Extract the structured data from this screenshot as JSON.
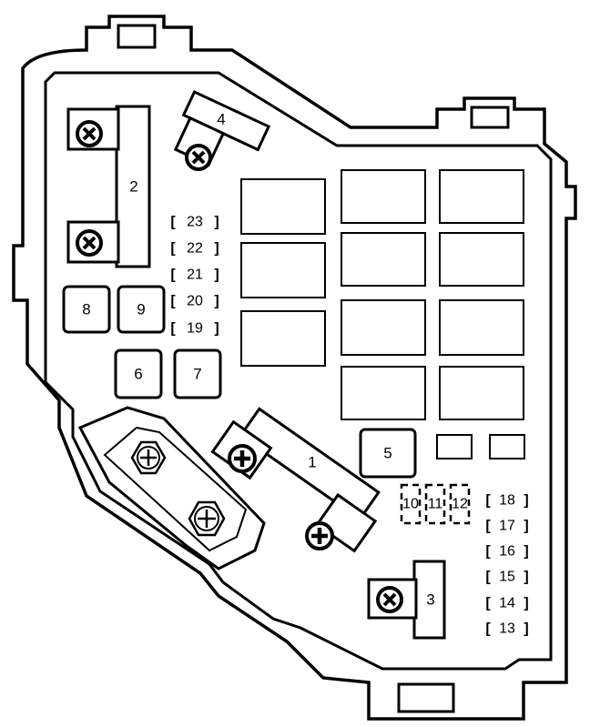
{
  "diagram": {
    "colors": {
      "stroke": "#000000",
      "background": "#ffffff"
    },
    "fuses": {
      "f1": "1",
      "f2": "2",
      "f3": "3",
      "f4": "4",
      "f5": "5",
      "f6": "6",
      "f7": "7",
      "f8": "8",
      "f9": "9",
      "f10": "10",
      "f11": "11",
      "f12": "12"
    },
    "mini_fuses_left": [
      "23",
      "22",
      "21",
      "20",
      "19"
    ],
    "mini_fuses_right": [
      "18",
      "17",
      "16",
      "15",
      "14",
      "13"
    ],
    "icons": [
      "screw-x-icon",
      "screw-plus-icon",
      "terminal-bolt-icon"
    ]
  }
}
